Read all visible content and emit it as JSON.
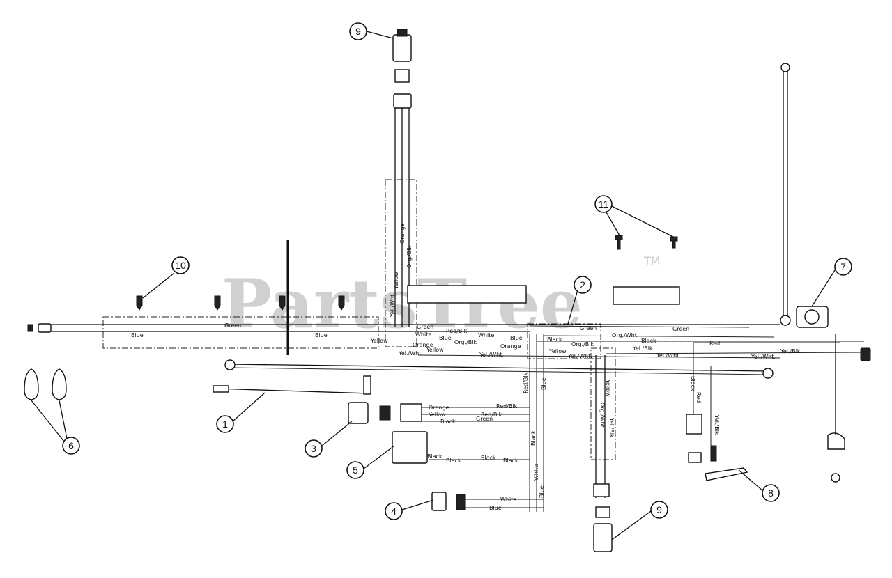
{
  "watermark": {
    "text": "PartsTree",
    "tm": "TM"
  },
  "callouts": [
    "1",
    "2",
    "3",
    "4",
    "5",
    "6",
    "7",
    "8",
    "9",
    "9",
    "10",
    "11"
  ],
  "wire_labels": {
    "green": "Green",
    "blue": "Blue",
    "yellow": "Yellow",
    "orange": "Orange",
    "yel_wht": "Yel./Wht.",
    "org_blk": "Org./Blk",
    "org_wht": "Org./Wht.",
    "red_blk": "Red/Blk",
    "white": "White",
    "black": "Black",
    "red": "Red",
    "yel_blk": "Yel./Blk",
    "green_short": "Green"
  }
}
